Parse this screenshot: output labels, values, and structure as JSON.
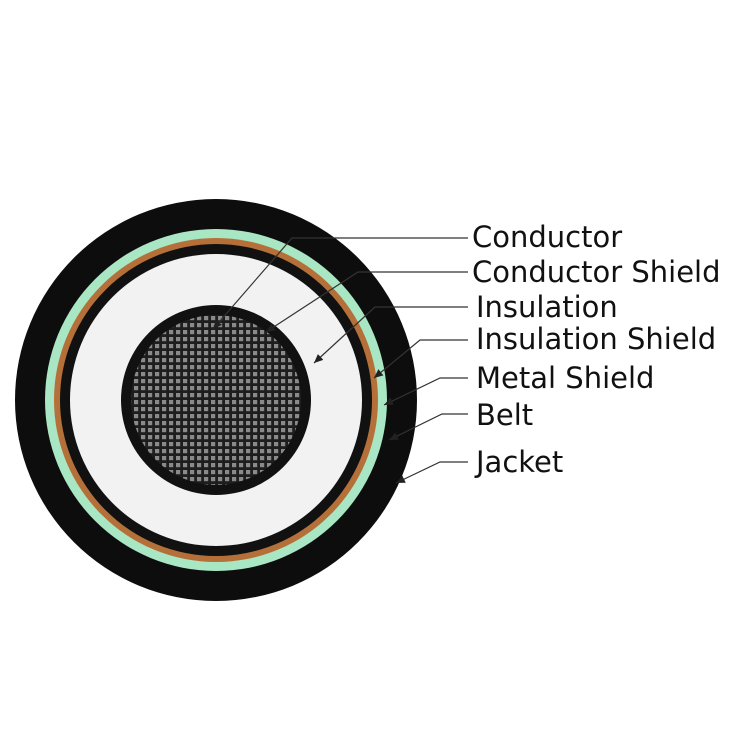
{
  "diagram": {
    "labels": [
      "Conductor",
      "Conductor Shield",
      "Insulation",
      "Insulation Shield",
      "Metal Shield",
      "Belt",
      "Jacket"
    ],
    "colors": {
      "jacket": "#0d0d0d",
      "belt": "#a8e6c4",
      "metal_shield": "#b5703a",
      "insulation": "#f2f2f2",
      "conductor": "#1e1e1e",
      "conductor_grid": "#8a8a8a",
      "leader_line": "#333333",
      "text": "#111111"
    }
  }
}
